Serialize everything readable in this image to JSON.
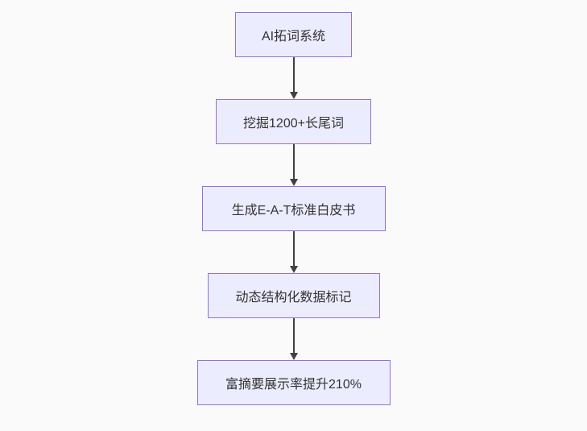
{
  "page": {
    "background_color": "#fafafa"
  },
  "flowchart": {
    "type": "flowchart",
    "direction": "top-down",
    "node_fill_color": "#ECECFF",
    "node_border_color": "#9370DB",
    "edge_color": "#404040",
    "text_color": "#333333",
    "nodes": [
      {
        "id": "node-1",
        "label": "AI拓词系统"
      },
      {
        "id": "node-2",
        "label": "挖掘1200+长尾词"
      },
      {
        "id": "node-3",
        "label": "生成E-A-T标准白皮书"
      },
      {
        "id": "node-4",
        "label": "动态结构化数据标记"
      },
      {
        "id": "node-5",
        "label": "富摘要展示率提升210%"
      }
    ],
    "edges": [
      {
        "from": "node-1",
        "to": "node-2"
      },
      {
        "from": "node-2",
        "to": "node-3"
      },
      {
        "from": "node-3",
        "to": "node-4"
      },
      {
        "from": "node-4",
        "to": "node-5"
      }
    ]
  }
}
